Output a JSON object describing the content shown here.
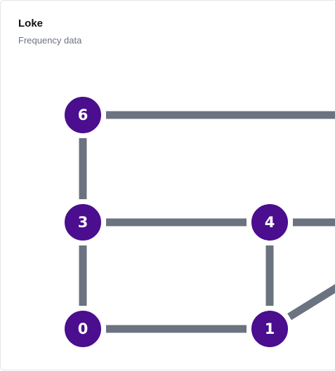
{
  "header": {
    "title": "Loke",
    "subtitle": "Frequency data"
  },
  "colors": {
    "node_fill": "#4a0e8f",
    "node_stroke": "#ffffff",
    "edge": "#6b7280"
  },
  "graph": {
    "nodes": [
      {
        "id": "6",
        "label": "6"
      },
      {
        "id": "3",
        "label": "3"
      },
      {
        "id": "4",
        "label": "4"
      },
      {
        "id": "0",
        "label": "0"
      },
      {
        "id": "1",
        "label": "1"
      }
    ],
    "edges": [
      {
        "source": "6",
        "target": "3"
      },
      {
        "source": "3",
        "target": "0"
      },
      {
        "source": "3",
        "target": "4"
      },
      {
        "source": "4",
        "target": "1"
      },
      {
        "source": "0",
        "target": "1"
      },
      {
        "source": "6",
        "target": "offscreen-right-a"
      },
      {
        "source": "4",
        "target": "offscreen-right-b"
      },
      {
        "source": "1",
        "target": "offscreen-right-c"
      }
    ]
  }
}
